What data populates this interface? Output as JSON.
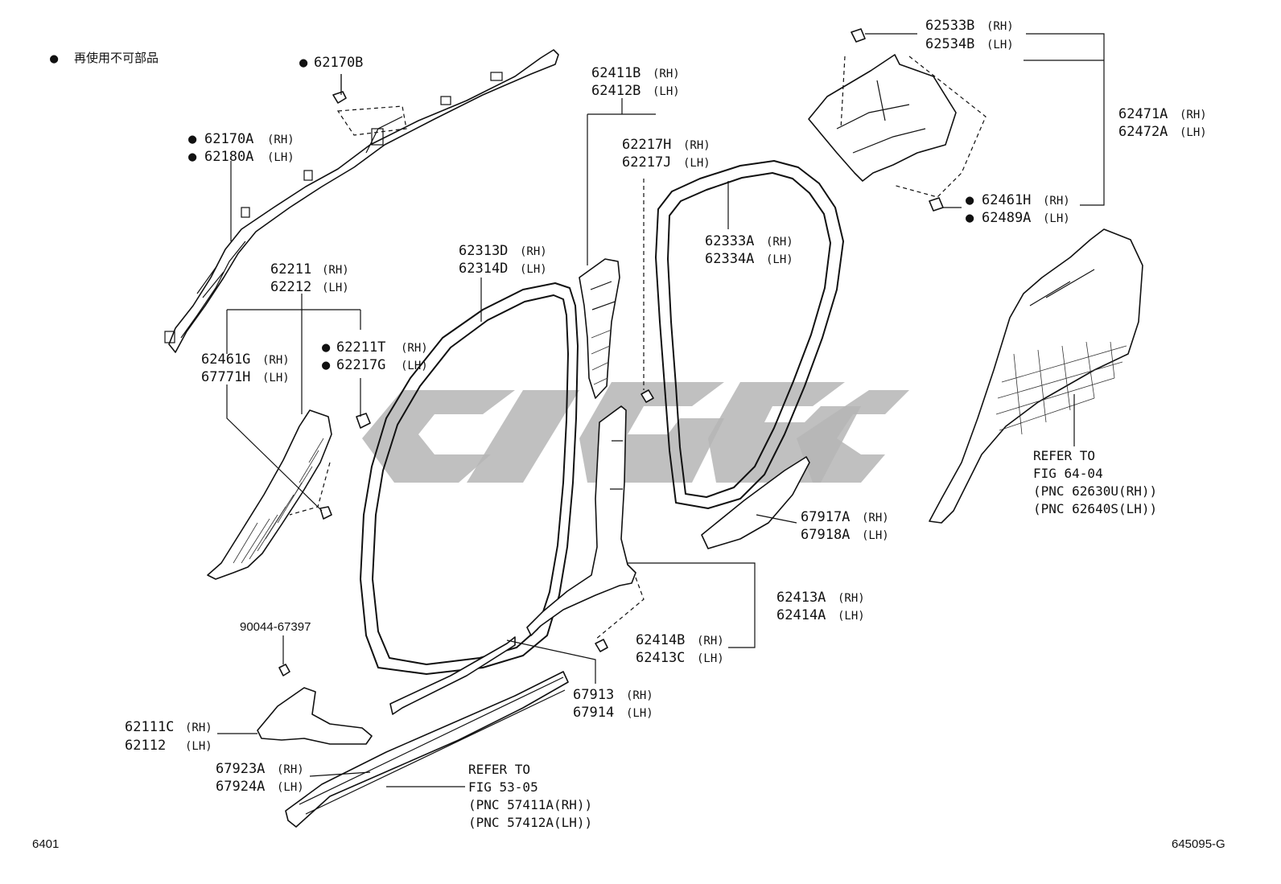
{
  "legend": {
    "bullet": "●",
    "text": "再使用不可部品"
  },
  "page_code": "6401",
  "figure_code": "645095-G",
  "callouts": [
    {
      "id": "c-62170b",
      "bullet": true,
      "lines": [
        [
          "62170B",
          ""
        ]
      ]
    },
    {
      "id": "c-62170a",
      "bullet": true,
      "lines": [
        [
          "62170A",
          "(RH)"
        ],
        [
          "62180A",
          "(LH)"
        ]
      ]
    },
    {
      "id": "c-62211",
      "bullet": false,
      "lines": [
        [
          "62211",
          "(RH)"
        ],
        [
          "62212",
          "(LH)"
        ]
      ]
    },
    {
      "id": "c-62461g",
      "bullet": false,
      "lines": [
        [
          "62461G",
          "(RH)"
        ],
        [
          "67771H",
          "(LH)"
        ]
      ]
    },
    {
      "id": "c-62211t",
      "bullet": true,
      "lines": [
        [
          "62211T",
          "(RH)"
        ],
        [
          "62217G",
          "(LH)"
        ]
      ]
    },
    {
      "id": "c-62313d",
      "bullet": false,
      "lines": [
        [
          "62313D",
          "(RH)"
        ],
        [
          "62314D",
          "(LH)"
        ]
      ]
    },
    {
      "id": "c-62411b",
      "bullet": false,
      "lines": [
        [
          "62411B",
          "(RH)"
        ],
        [
          "62412B",
          "(LH)"
        ]
      ]
    },
    {
      "id": "c-62217h",
      "bullet": false,
      "lines": [
        [
          "62217H",
          "(RH)"
        ],
        [
          "62217J",
          "(LH)"
        ]
      ]
    },
    {
      "id": "c-62333a",
      "bullet": false,
      "lines": [
        [
          "62333A",
          "(RH)"
        ],
        [
          "62334A",
          "(LH)"
        ]
      ]
    },
    {
      "id": "c-62533b",
      "bullet": false,
      "lines": [
        [
          "62533B",
          "(RH)"
        ],
        [
          "62534B",
          "(LH)"
        ]
      ]
    },
    {
      "id": "c-62471a",
      "bullet": false,
      "lines": [
        [
          "62471A",
          "(RH)"
        ],
        [
          "62472A",
          "(LH)"
        ]
      ]
    },
    {
      "id": "c-62461h",
      "bullet": true,
      "lines": [
        [
          "62461H",
          "(RH)"
        ],
        [
          "62489A",
          "(LH)"
        ]
      ]
    },
    {
      "id": "c-67917a",
      "bullet": false,
      "lines": [
        [
          "67917A",
          "(RH)"
        ],
        [
          "67918A",
          "(LH)"
        ]
      ]
    },
    {
      "id": "c-62413a",
      "bullet": false,
      "lines": [
        [
          "62413A",
          "(RH)"
        ],
        [
          "62414A",
          "(LH)"
        ]
      ]
    },
    {
      "id": "c-62414b",
      "bullet": false,
      "lines": [
        [
          "62414B",
          "(RH)"
        ],
        [
          "62413C",
          "(LH)"
        ]
      ]
    },
    {
      "id": "c-67913",
      "bullet": false,
      "lines": [
        [
          "67913",
          "(RH)"
        ],
        [
          "67914",
          "(LH)"
        ]
      ]
    },
    {
      "id": "c-90044",
      "bullet": false,
      "lines": [
        [
          "90044-67397",
          ""
        ]
      ]
    },
    {
      "id": "c-62111c",
      "bullet": false,
      "lines": [
        [
          "62111C",
          "(RH)"
        ],
        [
          "62112",
          "(LH)"
        ]
      ]
    },
    {
      "id": "c-67923a",
      "bullet": false,
      "lines": [
        [
          "67923A",
          "(RH)"
        ],
        [
          "67924A",
          "(LH)"
        ]
      ]
    }
  ],
  "references": [
    {
      "id": "ref-64-04",
      "lines": [
        "REFER TO",
        "FIG 64-04",
        "(PNC 62630U(RH))",
        "(PNC 62640S(LH))"
      ]
    },
    {
      "id": "ref-53-05",
      "lines": [
        "REFER TO",
        "FIG 53-05",
        "(PNC 57411A(RH))",
        "(PNC 57412A(LH))"
      ]
    }
  ],
  "colors": {
    "line": "#111111",
    "watermark": "#b5b5b5",
    "background": "#ffffff"
  }
}
